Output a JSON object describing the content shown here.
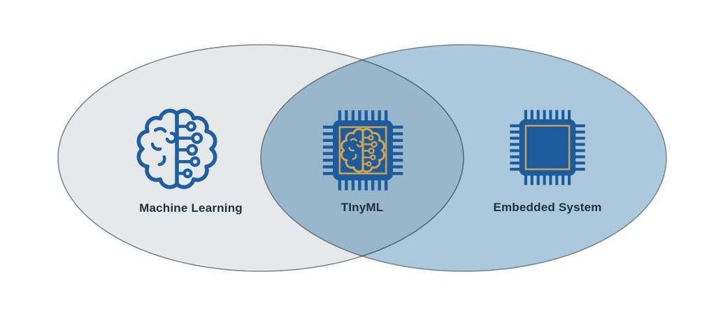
{
  "venn": {
    "left": {
      "label": "Machine Learning",
      "fill": "#e6e8ea",
      "icon": "brain-circuit-icon",
      "icon_color": "#1d5fa4"
    },
    "right": {
      "label": "Embedded System",
      "fill": "#aac9dc",
      "icon": "microchip-icon",
      "icon_color": "#1d5b9f"
    },
    "intersection": {
      "label": "TInyML",
      "overlap_fill": "#98b6c9",
      "icon": "microchip-brain-icon",
      "icon_color": "#1d5b9f",
      "icon_accent": "#d2a24c"
    }
  },
  "colors": {
    "background": "#ffffff",
    "ellipse_outline": "#79838c",
    "label_text": "#22303e",
    "chip_inner_border": "#c9a254"
  }
}
